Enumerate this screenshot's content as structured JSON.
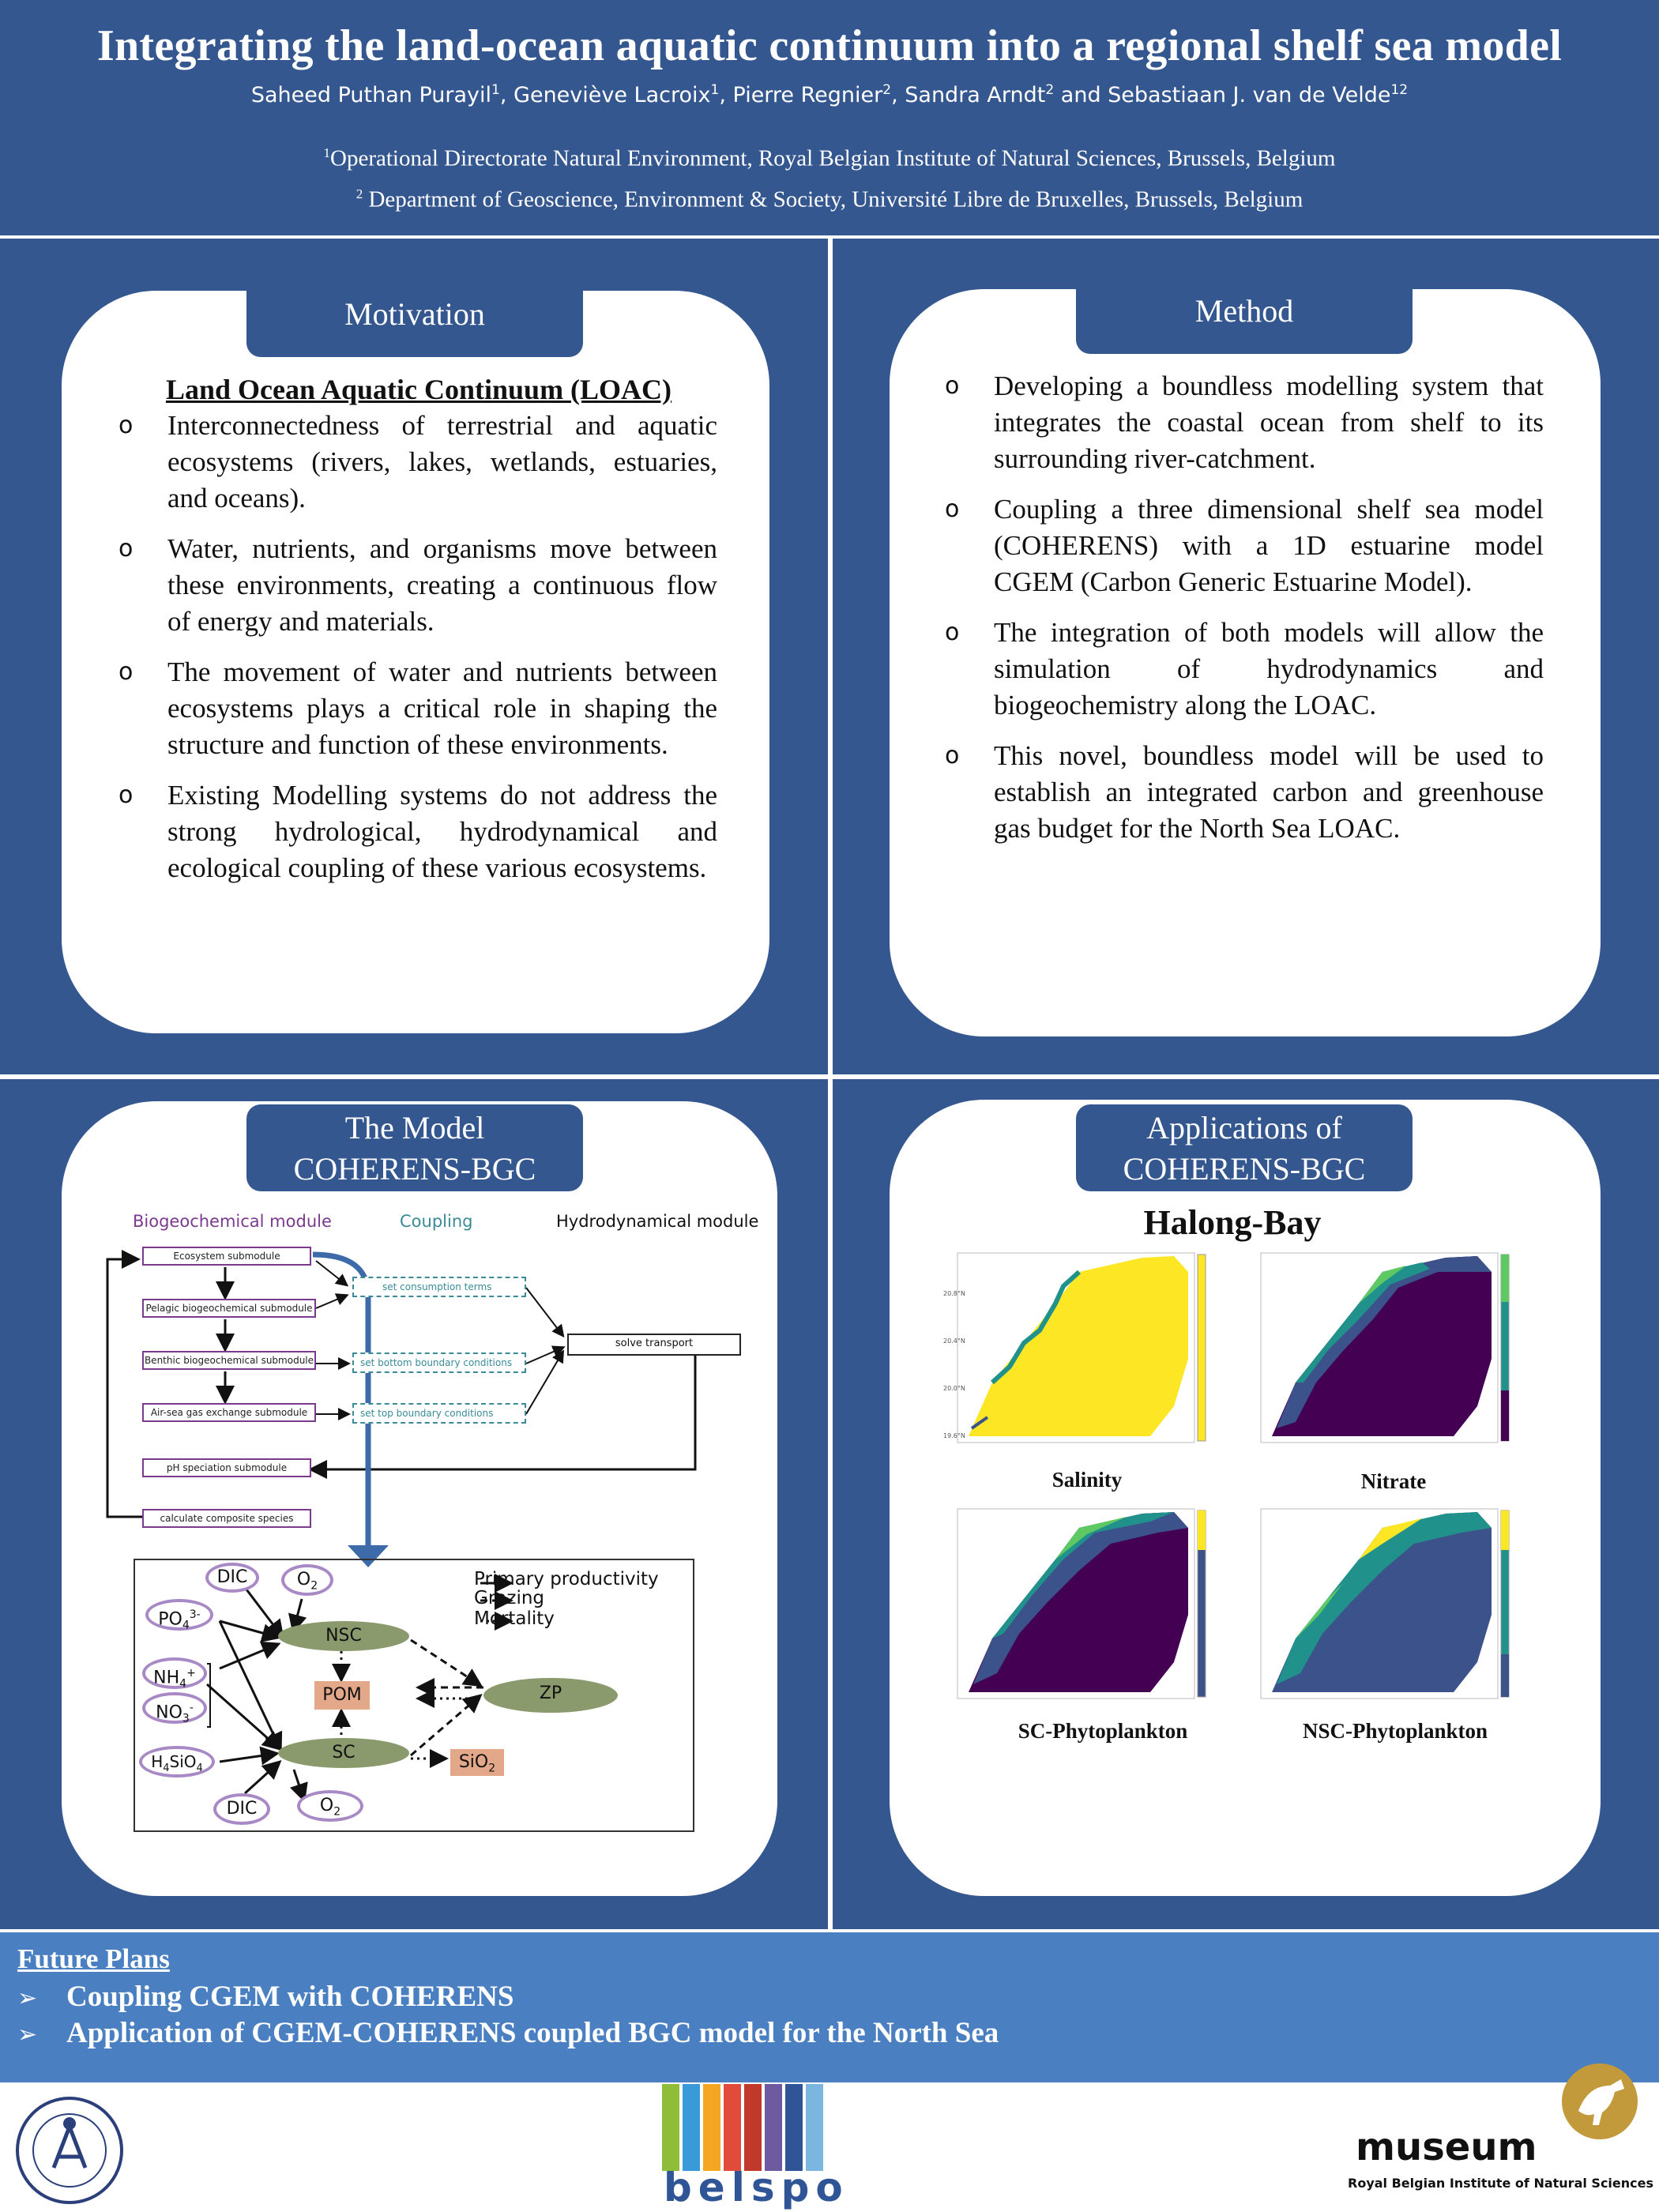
{
  "header": {
    "title": "Integrating the land-ocean aquatic continuum into a regional shelf sea model",
    "authors": [
      {
        "name": "Saheed Puthan Purayil",
        "sup": "1"
      },
      {
        "name": "Geneviève Lacroix",
        "sup": "1"
      },
      {
        "name": "Pierre Regnier",
        "sup": "2"
      },
      {
        "name": "Sandra Arndt",
        "sup": "2"
      },
      {
        "name": "Sebastiaan J. van de Velde",
        "sup": "12"
      }
    ],
    "author_separator": ", ",
    "author_last_separator": " and ",
    "affiliations": [
      {
        "sup": "1",
        "text": "Operational Directorate Natural Environment, Royal Belgian Institute of Natural Sciences, Brussels, Belgium"
      },
      {
        "sup": "2",
        "text": " Department of Geoscience, Environment & Society, Université Libre de Bruxelles, Brussels, Belgium"
      }
    ]
  },
  "motivation": {
    "title": "Motivation",
    "subheading": "Land Ocean Aquatic Continuum (LOAC)",
    "bullet_marker": "o",
    "items": [
      "Interconnectedness of terrestrial and aquatic ecosystems (rivers, lakes, wetlands, estuaries, and oceans).",
      "Water, nutrients, and organisms move between these environments, creating a continuous flow of energy and materials.",
      "The movement of water and nutrients between ecosystems plays a critical role in shaping the structure and function of these environments.",
      "Existing Modelling systems do not address the strong hydrological, hydrodynamical and ecological coupling of these various ecosystems."
    ]
  },
  "method": {
    "title": "Method",
    "bullet_marker": "o",
    "items": [
      "Developing a  boundless modelling system that integrates the coastal ocean from shelf to its surrounding river-catchment.",
      "Coupling a three dimensional shelf sea model (COHERENS) with a 1D estuarine model CGEM (Carbon Generic Estuarine Model).",
      "The integration of both models will allow the simulation of hydrodynamics and biogeochemistry along the LOAC.",
      "This novel, boundless model will be used to establish an integrated carbon and greenhouse gas budget for the North Sea LOAC."
    ]
  },
  "model": {
    "title_line1": "The Model",
    "title_line2": "COHERENS-BGC",
    "diagram": {
      "col_biogeochemical": "Biogeochemical module",
      "col_coupling": "Coupling",
      "col_hydrodynamical": "Hydrodynamical module",
      "submodules": [
        "Ecosystem submodule",
        "Pelagic biogeochemical submodule",
        "Benthic biogeochemical submodule",
        "Air-sea gas exchange submodule",
        "pH speciation submodule",
        "calculate composite species"
      ],
      "coupling_boxes": [
        "set consumption terms",
        "set bottom boundary conditions",
        "set top boundary conditions"
      ],
      "transport": "solve transport",
      "colors": {
        "module": "#7b3a8e",
        "coupling": "#3a8b97",
        "blue_arrow": "#3d6aa8"
      }
    },
    "foodweb": {
      "legend": [
        "Primary productivity",
        "Grazing",
        "Mortality"
      ],
      "nodes": {
        "dic_top": "DIC",
        "o2_top": "O",
        "po4": "PO",
        "nh4": "NH",
        "no3": "NO",
        "h4sio4": "H",
        "dic_bottom": "DIC",
        "o2_bottom": "O",
        "nsc": "NSC",
        "pom": "POM",
        "sc": "SC",
        "zp": "ZP",
        "sio2": "SiO"
      },
      "colors": {
        "oval_border": "#a889c6",
        "group": "#8a9a6c",
        "detritus": "#e3a78a"
      }
    }
  },
  "applications": {
    "title_line1": "Applications of",
    "title_line2": "COHERENS-BGC",
    "region": "Halong-Bay",
    "maps": [
      {
        "caption": "Salinity",
        "palette": [
          "#fde725"
        ]
      },
      {
        "caption": "Nitrate",
        "palette": [
          "#440154",
          "#3b528b",
          "#21918c",
          "#5ec962"
        ]
      },
      {
        "caption": "SC-Phytoplankton",
        "palette": [
          "#440154",
          "#3b528b",
          "#21918c",
          "#5ec962"
        ]
      },
      {
        "caption": "NSC-Phytoplankton",
        "palette": [
          "#440154",
          "#3b528b",
          "#21918c",
          "#fde725"
        ]
      }
    ]
  },
  "future_plans": {
    "title": "Future Plans",
    "bullet": "➢",
    "items": [
      "Coupling CGEM with COHERENS",
      "Application of CGEM-COHERENS coupled BGC model for the North Sea"
    ]
  },
  "logos": {
    "belspo": "belspo",
    "museum_word": "museum",
    "museum_subtitle": "Royal Belgian Institute of Natural Sciences"
  },
  "colors": {
    "panel_blue": "#34578f",
    "future_blue": "#4a7fc1"
  }
}
